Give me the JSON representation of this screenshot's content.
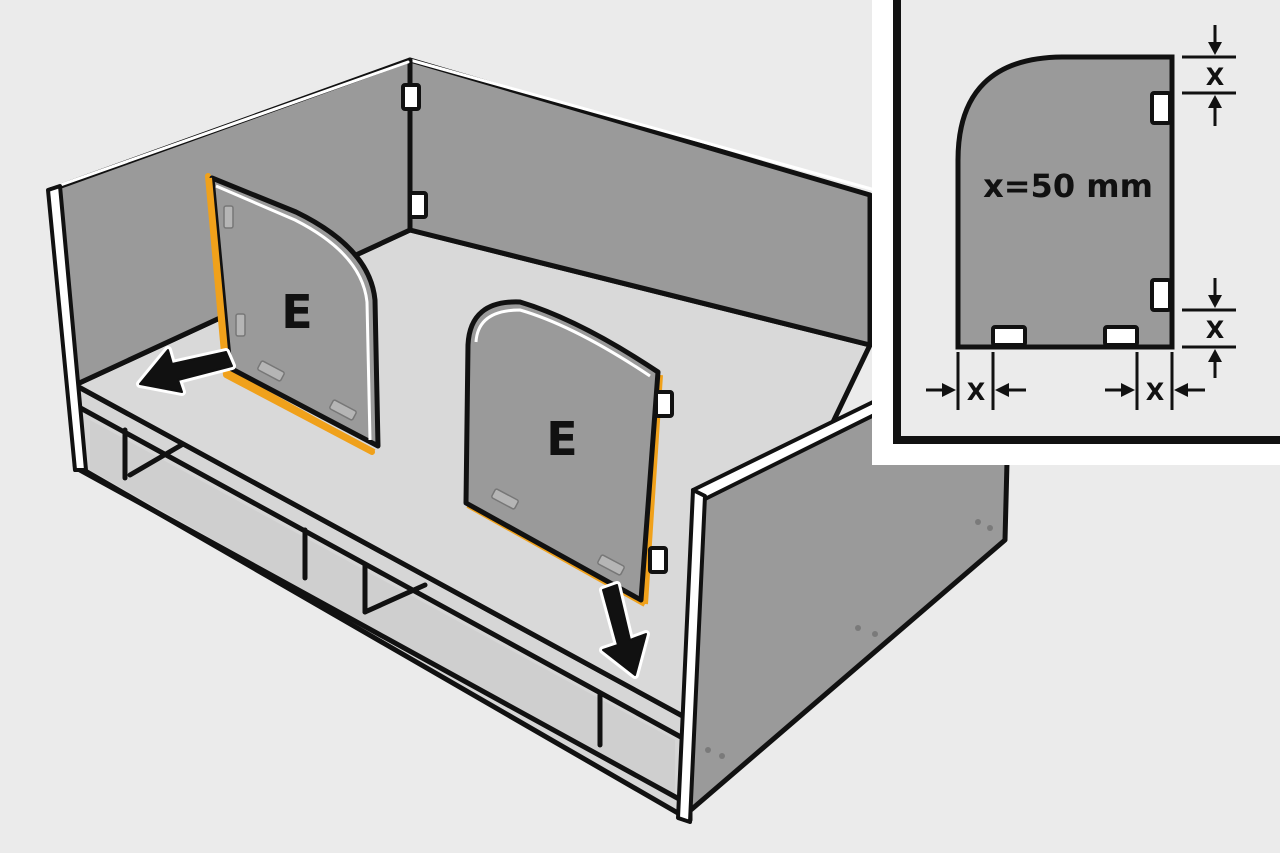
{
  "panel_letter": "E",
  "inset": {
    "dimension_text": "x=50 mm",
    "dim_top": "X",
    "dim_bottom": "X",
    "dim_left": "X",
    "dim_right": "X"
  },
  "colors": {
    "background": "#ebebeb",
    "panel_fill": "#9a9a9a",
    "floor_fill": "#d9d9d9",
    "edge_highlight": "#f0a11b",
    "outline": "#111111"
  }
}
